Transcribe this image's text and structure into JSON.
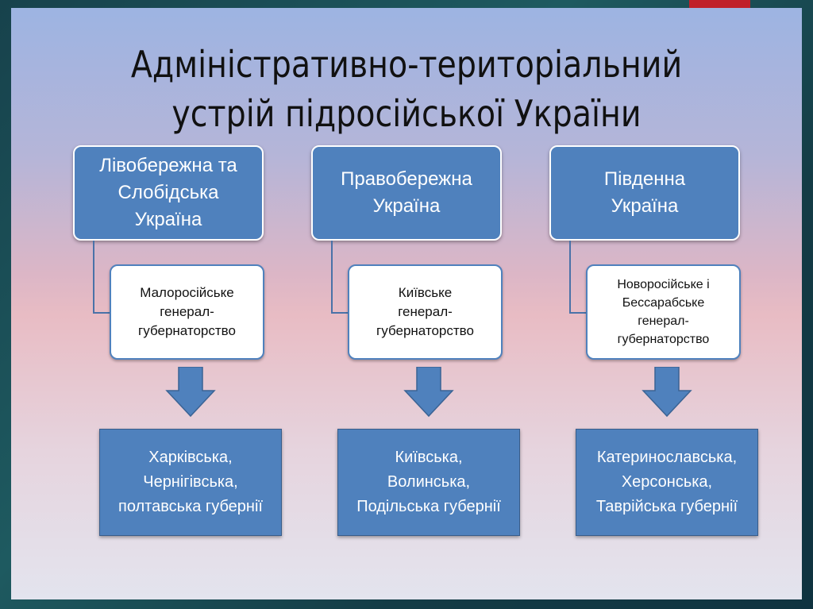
{
  "title": "Адміністративно-територіальний\nустрій підросійської України",
  "colors": {
    "box_fill": "#4f81bd",
    "frame": "#17424c",
    "accent": "#c0202a"
  },
  "columns": [
    {
      "region": "Лівобережна та\nСлобідська\nУкраїна",
      "governorate": "Малоросійське\nгенерал-\nгубернаторство",
      "provinces": "Харківська,\nЧернігівська,\nполтавська губернії"
    },
    {
      "region": "Правобережна\nУкраїна",
      "governorate": "Київське\nгенерал-\nгубернаторство",
      "provinces": "Київська,\nВолинська,\nПодільська губернії"
    },
    {
      "region": "Південна\nУкраїна",
      "governorate": "Новоросійське і\nБессарабське\nгенерал-\nгубернаторство",
      "provinces": "Катеринославська,\nХерсонська,\nТаврійська губернії"
    }
  ]
}
